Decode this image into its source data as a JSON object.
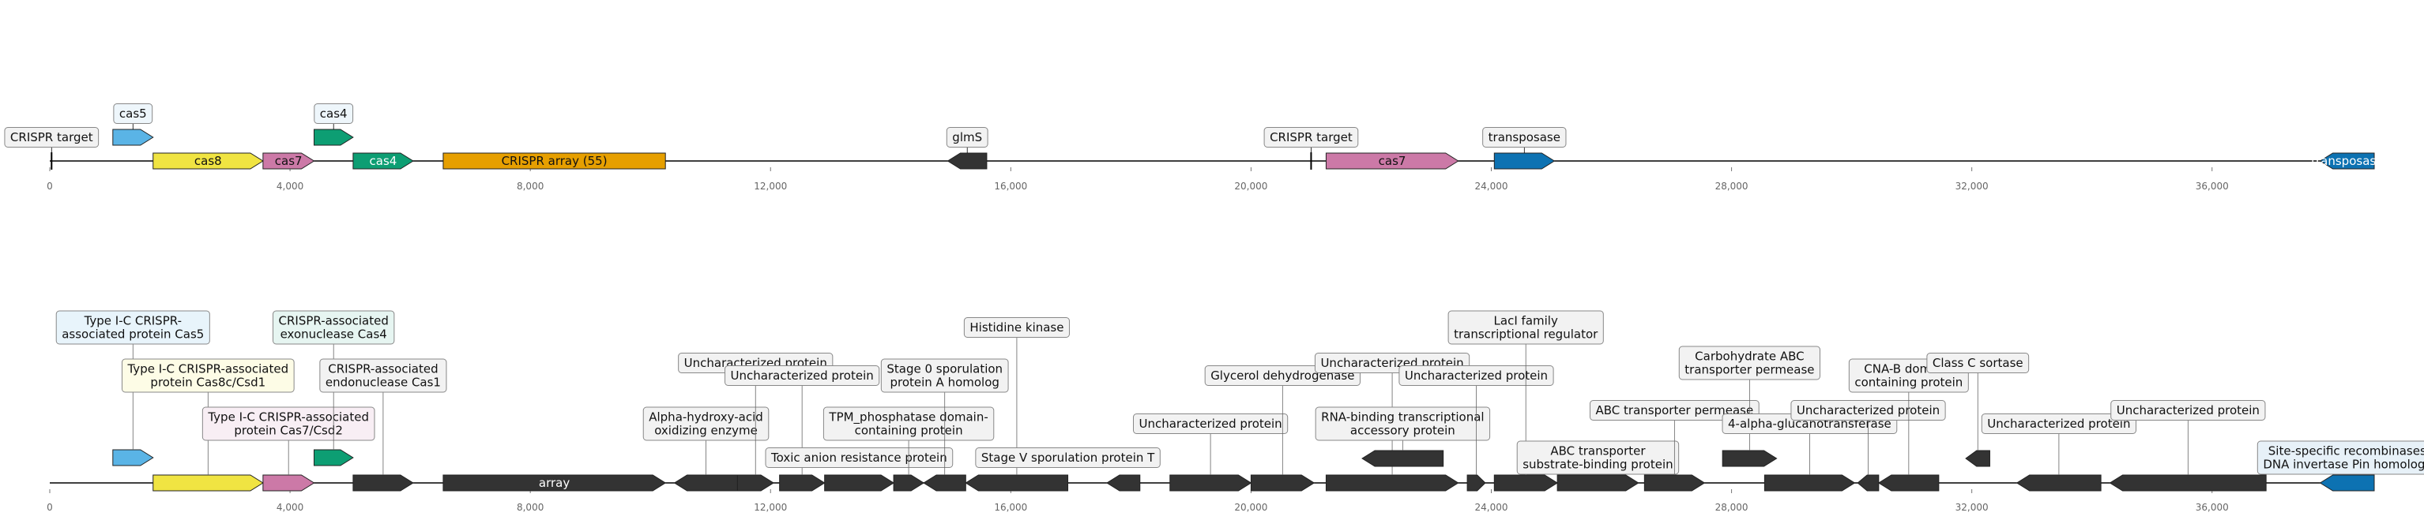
{
  "axis": {
    "min": 0,
    "max": 38700,
    "ticks": [
      0,
      4000,
      8000,
      12000,
      16000,
      20000,
      24000,
      28000,
      32000,
      36000
    ],
    "tick_labels": [
      "0",
      "4,000",
      "8,000",
      "12,000",
      "16,000",
      "20,000",
      "24,000",
      "28,000",
      "32,000",
      "36,000"
    ]
  },
  "colors": {
    "cas5": "#5ab4e6",
    "cas8": "#f0e442",
    "cas7": "#cc79a7",
    "cas4": "#0d9e73",
    "array": "#e69f00",
    "transposase": "#0d72b2",
    "dark": "#333333",
    "line": "#000000"
  },
  "track1": {
    "features": [
      {
        "start": 1050,
        "end": 1720,
        "strand": 1,
        "color": "#5ab4e6",
        "label": "cas5",
        "label_pos": "above-high"
      },
      {
        "start": 1720,
        "end": 3550,
        "strand": 1,
        "color": "#f0e442",
        "label": "cas8",
        "label_pos": "inside"
      },
      {
        "start": 3550,
        "end": 4400,
        "strand": 1,
        "color": "#cc79a7",
        "label": "cas7",
        "label_pos": "inside"
      },
      {
        "start": 4400,
        "end": 5050,
        "strand": 1,
        "color": "#0d9e73",
        "label": "cas4",
        "label_pos": "above-high"
      },
      {
        "start": 5050,
        "end": 6050,
        "strand": 1,
        "color": "#0d9e73",
        "label": "cas4",
        "label_pos": "inside-light"
      },
      {
        "start": 6550,
        "end": 10250,
        "strand": 0,
        "color": "#e69f00",
        "label": "CRISPR array (55)",
        "label_pos": "inside"
      },
      {
        "start": 14950,
        "end": 15600,
        "strand": -1,
        "color": "#333333",
        "label": "glmS",
        "label_pos": "above"
      },
      {
        "start": 21250,
        "end": 23450,
        "strand": 1,
        "color": "#cc79a7",
        "label": "cas7",
        "label_pos": "inside"
      },
      {
        "start": 24050,
        "end": 25050,
        "strand": 1,
        "color": "#0d72b2",
        "label": "transposase",
        "label_pos": "above"
      },
      {
        "start": 37800,
        "end": 38700,
        "strand": -1,
        "color": "#0d72b2",
        "label": "transposase",
        "label_pos": "inside-light"
      }
    ],
    "markers": [
      {
        "pos": 30,
        "label": "CRISPR target"
      },
      {
        "pos": 21000,
        "label": "CRISPR target"
      }
    ]
  },
  "track2": {
    "features": [
      {
        "start": 1050,
        "end": 1720,
        "strand": 1,
        "color": "#5ab4e6",
        "label": "Type I-C CRISPR-\nassociated protein Cas5",
        "box": "#e8f4fb",
        "level": 5
      },
      {
        "start": 1720,
        "end": 3550,
        "strand": 1,
        "color": "#f0e442",
        "label": "Type I-C CRISPR-associated\nprotein Cas8c/Csd1",
        "box": "#fdfce6",
        "level": 3
      },
      {
        "start": 3550,
        "end": 4400,
        "strand": 1,
        "color": "#cc79a7",
        "label": "Type I-C CRISPR-associated\nprotein Cas7/Csd2",
        "box": "#f8eef4",
        "level": 1
      },
      {
        "start": 4400,
        "end": 5050,
        "strand": 1,
        "color": "#0d9e73",
        "label": "CRISPR-associated\nexonuclease Cas4",
        "box": "#e6f5f1",
        "level": 5
      },
      {
        "start": 5050,
        "end": 6050,
        "strand": 1,
        "color": "#333333",
        "label": "CRISPR-associated\nendonuclease Cas1",
        "box": "#f2f2f2",
        "level": 3
      },
      {
        "start": 6550,
        "end": 10250,
        "strand": 1,
        "color": "#333333",
        "label": "array",
        "box": "",
        "level": -1
      },
      {
        "start": 10400,
        "end": 11450,
        "strand": -1,
        "color": "#333333",
        "label": "Alpha-hydroxy-acid\noxidizing enzyme",
        "box": "#f2f2f2",
        "level": 1
      },
      {
        "start": 11450,
        "end": 12050,
        "strand": 1,
        "color": "#333333",
        "label": "Uncharacterized protein",
        "box": "#f2f2f2",
        "level": 4
      },
      {
        "start": 12150,
        "end": 12900,
        "strand": 1,
        "color": "#333333",
        "label": "Uncharacterized protein",
        "box": "#f2f2f2",
        "level": 3
      },
      {
        "start": 12900,
        "end": 14050,
        "strand": 1,
        "color": "#333333",
        "label": "Toxic anion resistance protein",
        "box": "#f2f2f2",
        "level": 0
      },
      {
        "start": 14050,
        "end": 14550,
        "strand": 1,
        "color": "#333333",
        "label": "TPM_phosphatase domain-\ncontaining protein",
        "box": "#f2f2f2",
        "level": 1
      },
      {
        "start": 14550,
        "end": 15250,
        "strand": -1,
        "color": "#333333",
        "label": "Stage 0 sporulation\nprotein A homolog",
        "box": "#f2f2f2",
        "level": 3
      },
      {
        "start": 15250,
        "end": 16950,
        "strand": -1,
        "color": "#333333",
        "label": "Histidine kinase",
        "box": "#f2f2f2",
        "level": 5
      },
      {
        "start": 16950,
        "end": 16951,
        "strand": 0,
        "color": "#333333",
        "label": "Stage V sporulation protein T",
        "box": "#f2f2f2",
        "level": 0
      },
      {
        "start": 17600,
        "end": 18150,
        "strand": -1,
        "color": "#333333",
        "label": "",
        "box": "",
        "level": -1
      },
      {
        "start": 18650,
        "end": 20000,
        "strand": 1,
        "color": "#333333",
        "label": "Uncharacterized protein",
        "box": "#f2f2f2",
        "level": 1
      },
      {
        "start": 20000,
        "end": 21050,
        "strand": 1,
        "color": "#333333",
        "label": "Glycerol dehydrogenase",
        "box": "#f2f2f2",
        "level": 3
      },
      {
        "start": 21250,
        "end": 23450,
        "strand": 1,
        "color": "#333333",
        "label": "Uncharacterized protein",
        "box": "#f2f2f2",
        "level": 4
      },
      {
        "start": 21850,
        "end": 23200,
        "strand": -1,
        "color": "#333333",
        "label": "RNA-binding transcriptional\naccessory protein",
        "box": "#f2f2f2",
        "level": 1,
        "raised": true
      },
      {
        "start": 23600,
        "end": 23900,
        "strand": 1,
        "color": "#333333",
        "label": "Uncharacterized protein",
        "box": "#f2f2f2",
        "level": 3
      },
      {
        "start": 24050,
        "end": 25100,
        "strand": 1,
        "color": "#333333",
        "label": "LacI family\ntranscriptional regulator",
        "box": "#f2f2f2",
        "level": 5
      },
      {
        "start": 25100,
        "end": 26450,
        "strand": 1,
        "color": "#333333",
        "label": "ABC transporter\nsubstrate-binding protein",
        "box": "#f2f2f2",
        "level": 0
      },
      {
        "start": 26550,
        "end": 27550,
        "strand": 1,
        "color": "#333333",
        "label": "ABC transporter permease",
        "box": "#f2f2f2",
        "level": 2
      },
      {
        "start": 27850,
        "end": 28750,
        "strand": 1,
        "color": "#333333",
        "label": "Carbohydrate ABC\ntransporter permease",
        "box": "#f2f2f2",
        "level": 4,
        "raised": true
      },
      {
        "start": 28550,
        "end": 30050,
        "strand": 1,
        "color": "#333333",
        "label": "4-alpha-glucanotransferase",
        "box": "#f2f2f2",
        "level": 1
      },
      {
        "start": 30100,
        "end": 30450,
        "strand": -1,
        "color": "#333333",
        "label": "Uncharacterized protein",
        "box": "#f2f2f2",
        "level": 2
      },
      {
        "start": 30450,
        "end": 31450,
        "strand": -1,
        "color": "#333333",
        "label": "CNA-B domain-\ncontaining protein",
        "box": "#f2f2f2",
        "level": 3
      },
      {
        "start": 31900,
        "end": 32300,
        "strand": -1,
        "color": "#333333",
        "label": "Class C sortase",
        "box": "#f2f2f2",
        "level": 4,
        "raised": true
      },
      {
        "start": 32750,
        "end": 34150,
        "strand": -1,
        "color": "#333333",
        "label": "Uncharacterized protein",
        "box": "#f2f2f2",
        "level": 1
      },
      {
        "start": 34300,
        "end": 36900,
        "strand": -1,
        "color": "#333333",
        "label": "Uncharacterized protein",
        "box": "#f2f2f2",
        "level": 2
      },
      {
        "start": 37800,
        "end": 38700,
        "strand": -1,
        "color": "#0d72b2",
        "label": "Site-specific recombinases\nDNA invertase Pin homologs",
        "box": "#e7f1f8",
        "level": 0
      }
    ]
  }
}
